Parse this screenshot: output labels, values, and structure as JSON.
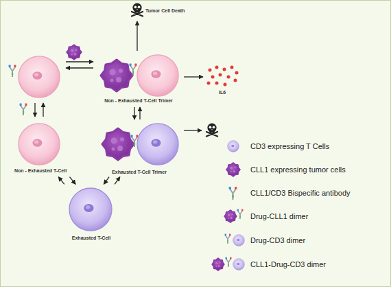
{
  "diagram": {
    "nodes": [
      {
        "text": [
          "Tumor Cell Death"
        ]
      },
      {
        "text": []
      },
      {
        "text": []
      },
      {
        "text": [
          "Non - Exhausted T-Cell Trimer"
        ]
      },
      {
        "text": [
          "IL6"
        ]
      },
      {
        "text": [
          "Non - Exhausted T-Cell"
        ]
      },
      {
        "text": [
          "Exhausted T-Cell Trimer"
        ]
      },
      {
        "text": []
      },
      {
        "text": [
          "Exhausted T-Cell"
        ]
      }
    ],
    "edges": [
      {
        "from": 1,
        "to": 3,
        "arrow": "to"
      },
      {
        "from": 3,
        "to": 1,
        "arrow": "to"
      },
      {
        "from": 1,
        "to": 5,
        "arrow": "to"
      },
      {
        "from": 5,
        "to": 1,
        "arrow": "to"
      },
      {
        "from": 3,
        "to": 0,
        "arrow": "to"
      },
      {
        "from": 3,
        "to": 4,
        "arrow": "to"
      },
      {
        "from": 3,
        "to": 6,
        "arrow": "to"
      },
      {
        "from": 6,
        "to": 3,
        "arrow": "to"
      },
      {
        "from": 6,
        "to": 7,
        "arrow": "to"
      },
      {
        "from": 5,
        "to": 8,
        "arrow": "to"
      },
      {
        "from": 8,
        "to": 5,
        "arrow": "to"
      },
      {
        "from": 8,
        "to": 6,
        "arrow": "to"
      },
      {
        "from": 6,
        "to": 8,
        "arrow": "to"
      }
    ],
    "legend": [
      {
        "text": "CD3 expressing T Cells"
      },
      {
        "text": "CLL1 expressing tumor cells"
      },
      {
        "text": "CLL1/CD3 Bispecific antibody"
      },
      {
        "text": "Drug-CLL1 dimer"
      },
      {
        "text": "Drug-CD3 dimer"
      },
      {
        "text": "CLL1-Drug-CD3 dimer"
      }
    ]
  }
}
